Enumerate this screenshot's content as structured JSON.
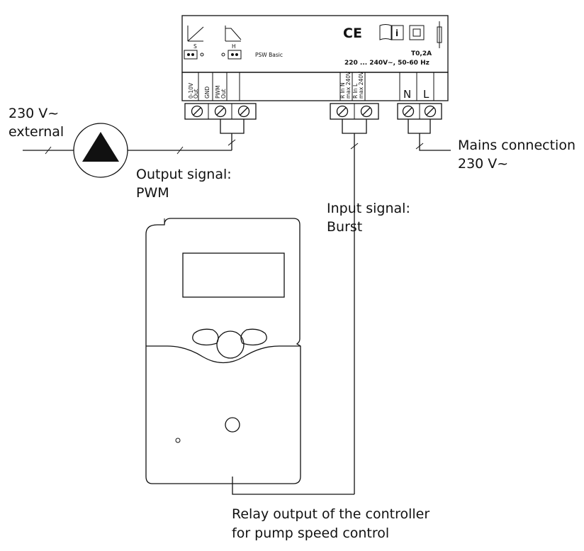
{
  "module": {
    "switch_s_label": "S",
    "switch_h_label": "H",
    "model": "PSW Basic",
    "ce_mark": "CE",
    "info_symbol": "i",
    "fuse": "T0,2A",
    "rating": "220 ... 240V~, 50-60 Hz",
    "terminals": {
      "out_0_10v": [
        "0-10V",
        "Out"
      ],
      "gnd": "GND",
      "pwm_out": [
        "PWM",
        "Out"
      ],
      "r_in_n": [
        "R In N",
        "max 240V"
      ],
      "r_in_l": [
        "R In L",
        "max 240V"
      ],
      "n": "N",
      "l": "L"
    }
  },
  "labels": {
    "external_voltage": "230 V~",
    "external": "external",
    "output_signal_1": "Output signal:",
    "output_signal_2": "PWM",
    "input_signal_1": "Input signal:",
    "input_signal_2": "Burst",
    "mains_1": "Mains connection",
    "mains_2": "230 V~",
    "relay_1": "Relay output of the controller",
    "relay_2": "for pump speed control"
  },
  "icons": {
    "pump": "pump-symbol-icon",
    "screw": "screw-terminal-icon"
  }
}
